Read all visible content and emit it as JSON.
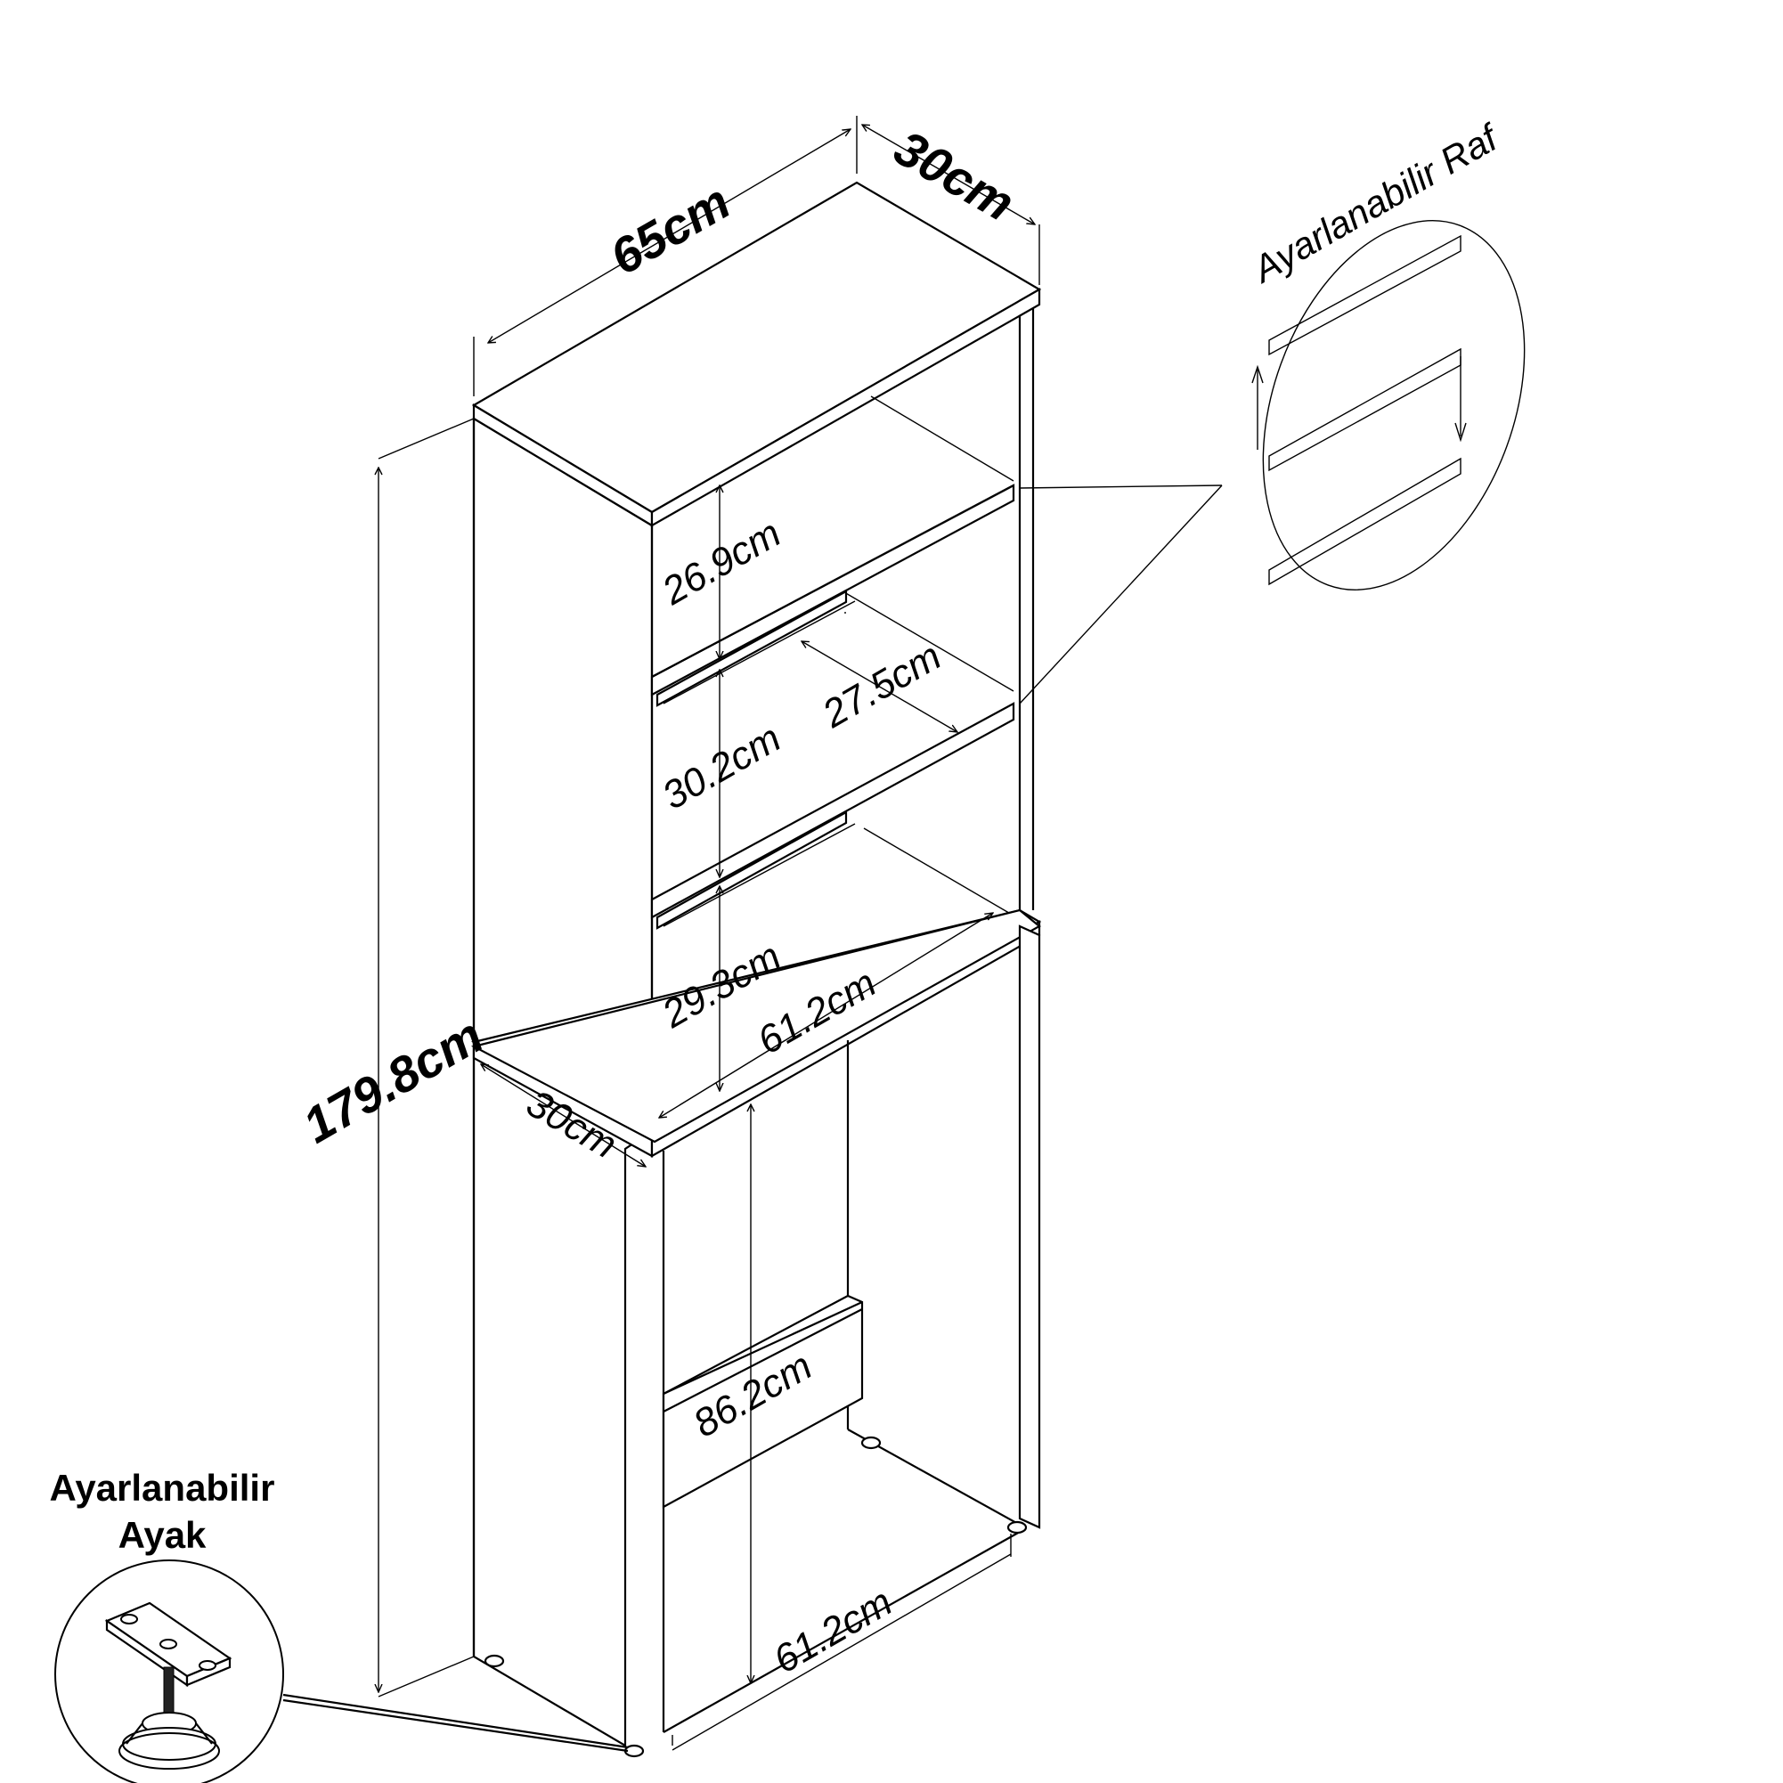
{
  "labels": {
    "width_top": "65cm",
    "depth_top": "30cm",
    "total_height": "179.8cm",
    "shelf1_height": "26.9cm",
    "shelf2_height": "30.2cm",
    "shelf3_height": "29.3cm",
    "shelf_depth": "27.5cm",
    "inner_width_mid": "61.2cm",
    "depth_mid": "30cm",
    "lower_height": "86.2cm",
    "inner_width_bottom": "61.2cm",
    "adjustable_shelf": "Ayarlanabilir Raf",
    "adjustable_foot_line1": "Ayarlanabilir",
    "adjustable_foot_line2": "Ayak"
  },
  "icons": {
    "foot": "adjustable-foot-icon",
    "shelf_detail": "adjustable-shelf-icon"
  }
}
